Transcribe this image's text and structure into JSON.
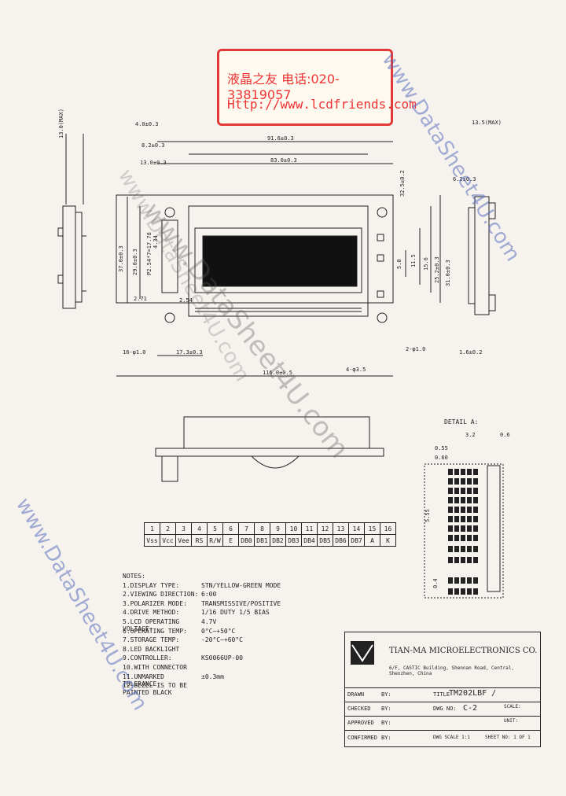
{
  "header": {
    "watermark_line1": "液晶之友 电话:020-33819057",
    "watermark_line2": "Http://www.lcdfriends.com"
  },
  "watermarks": [
    "www.DataSheet4U.com",
    "www.DataSheet4U.com",
    "www.DataSheet4U.com",
    "www.DataSheet4U.com"
  ],
  "dimensions": {
    "d_4_0": "4.0±0.3",
    "d_8_2": "8.2±0.3",
    "d_13": "13.0±0.3",
    "d_91": "91.6±0.3",
    "d_83": "83.0±0.3",
    "d_116": "116.0±0.5",
    "d_17_3": "17.3±0.3",
    "d_2_71": "2.71",
    "d_2_54": "2.54",
    "d_16_phi": "16-φ1.0",
    "d_2_phi": "2-φ1.0",
    "d_4_phi": "4-φ3.5",
    "d_13_max": "13.0(MAX)",
    "d_right_max": "13.5(MAX)",
    "d_6_2": "6.2±0.3",
    "d_1_6": "1.6±0.2",
    "d_37": "37.0±0.3",
    "d_29": "29.0±0.3",
    "d_5_0": "5.0",
    "d_11_5": "11.5",
    "d_15_6": "15.6",
    "d_25_2": "25.2±0.3",
    "d_31": "31.0±0.3",
    "d_32": "32.5±0.2",
    "d_pitch": "P2.54*7=17.78",
    "d_4_34": "4.34"
  },
  "detail": {
    "title": "DETAIL A:",
    "d_3_2": "3.2",
    "d_0_6": "0.6",
    "d_0_55": "0.55",
    "d_0_60": "0.60",
    "d_5_55": "5.55",
    "d_0_4": "0.4"
  },
  "pins": {
    "numbers": [
      "1",
      "2",
      "3",
      "4",
      "5",
      "6",
      "7",
      "8",
      "9",
      "10",
      "11",
      "12",
      "13",
      "14",
      "15",
      "16"
    ],
    "names": [
      "Vss",
      "Vcc",
      "Vee",
      "RS",
      "R/W",
      "E",
      "DB0",
      "DB1",
      "DB2",
      "DB3",
      "DB4",
      "DB5",
      "DB6",
      "DB7",
      "A",
      "K"
    ]
  },
  "notes": {
    "title": "NOTES:",
    "items": [
      {
        "k": "1.DISPLAY TYPE:",
        "v": "STN/YELLOW-GREEN MODE"
      },
      {
        "k": "2.VIEWING DIRECTION:",
        "v": "6:00"
      },
      {
        "k": "3.POLARIZER MODE:",
        "v": "TRANSMISSIVE/POSITIVE"
      },
      {
        "k": "4.DRIVE METHOD:",
        "v": "1/16 DUTY 1/5 BIAS"
      },
      {
        "k": "5.LCD OPERATING VOLTAGE:",
        "v": "4.7V"
      },
      {
        "k": "6.OPERATING TEMP:",
        "v": "0°C~+50°C"
      },
      {
        "k": "7.STORAGE TEMP:",
        "v": "-20°C~+60°C"
      },
      {
        "k": "8.LED BACKLIGHT",
        "v": ""
      },
      {
        "k": "9.CONTROLLER:",
        "v": "KS0066UP-00"
      },
      {
        "k": "10.WITH CONNECTOR",
        "v": ""
      },
      {
        "k": "11.UNMARKED TOLERANCE:",
        "v": "±0.3mm"
      },
      {
        "k": "12.BEZEL IS TO BE PAINTED BLACK",
        "v": ""
      }
    ]
  },
  "title_block": {
    "company": "TIAN-MA MICROELECTRONICS CO.",
    "address": "6/F, CASTIC Building, Shennan Road, Central, Shenzhen, China",
    "drawn": "DRAWN",
    "checked": "CHECKED",
    "approved": "APPROVED",
    "confirmed": "CONFIRMED",
    "by": "BY:",
    "title_label": "TITLE",
    "title": "TM202LBF /",
    "dwg_label": "DWG NO:",
    "dwg": "C-2",
    "scale_label": "SCALE:",
    "unit_label": "UNIT:",
    "dwg_scale": "DWG SCALE 1:1",
    "sheet": "SHEET NO: 1 OF 1"
  }
}
